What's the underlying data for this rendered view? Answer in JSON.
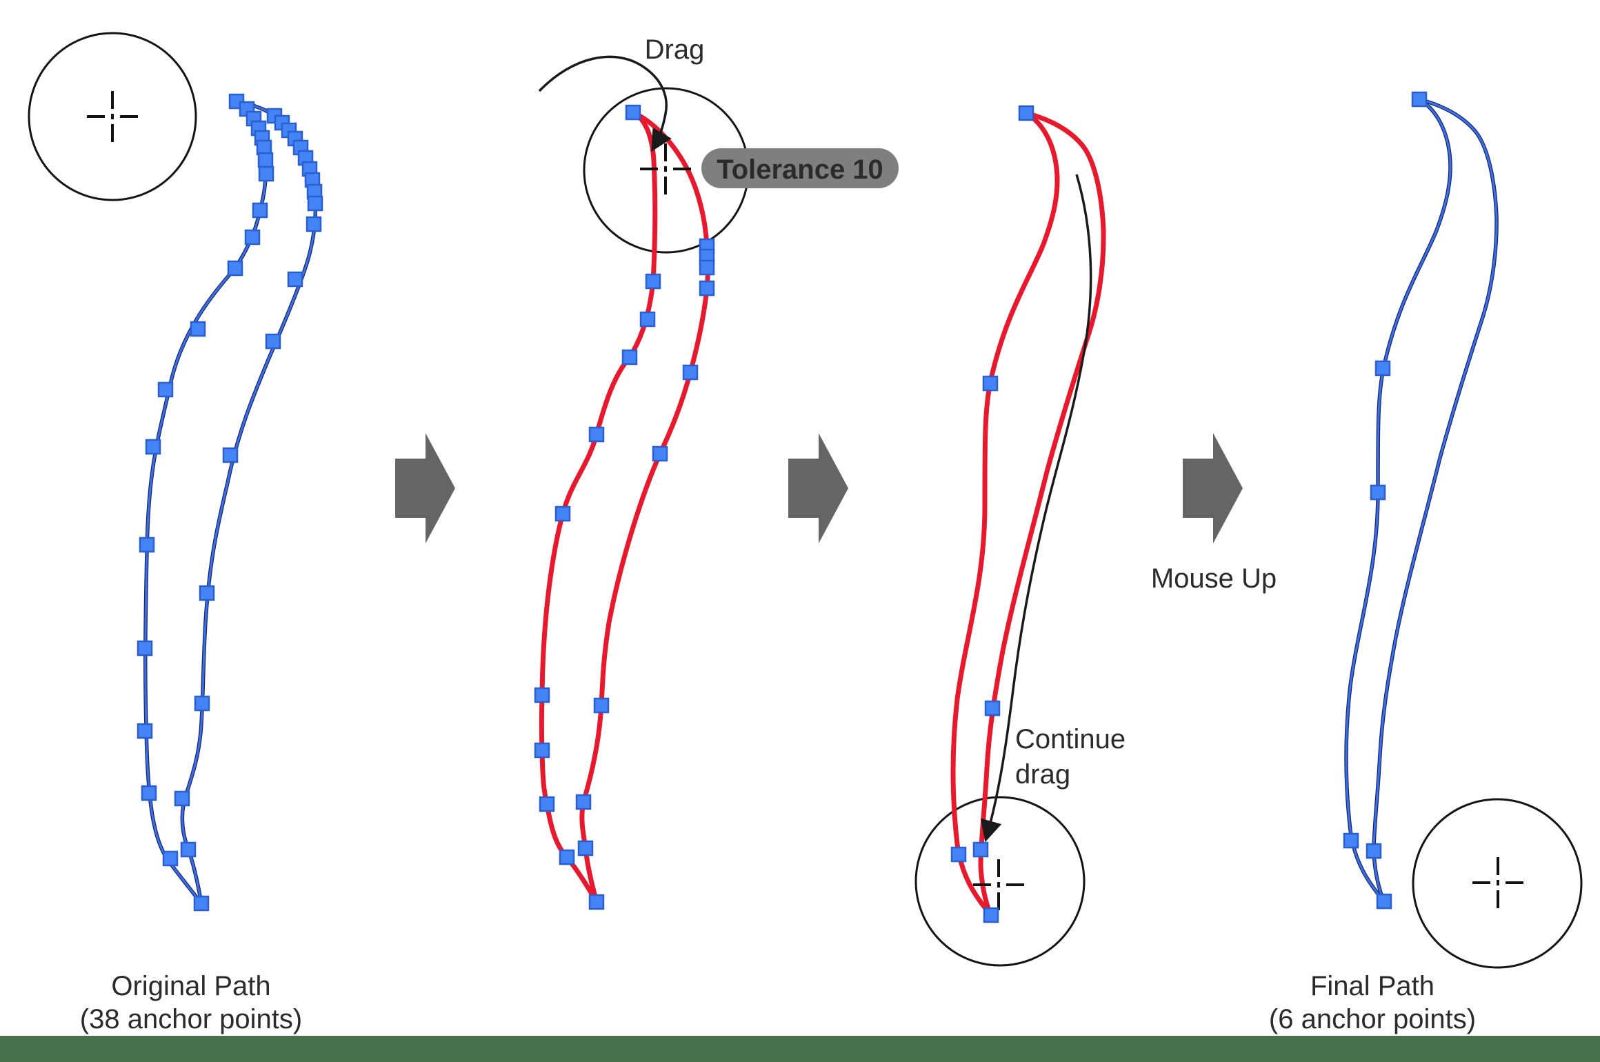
{
  "page": {
    "bg": "#ffffff",
    "footer": {
      "color": "#47704d"
    }
  },
  "anchor_style": {
    "fill": "#4584f7",
    "stroke": "#2a5fd0",
    "size": 20
  },
  "cursors": {
    "color": "#141414"
  },
  "step_arrows": {
    "color": "#666566",
    "mouse_up_label": "Mouse Up"
  },
  "panels": [
    {
      "name": "original-path",
      "caption": [
        "Original Path",
        "(38 anchor points)"
      ],
      "path_color": "#3e6de4",
      "anchors": [
        [
          343,
          147
        ],
        [
          358,
          158
        ],
        [
          368,
          172
        ],
        [
          375,
          186
        ],
        [
          380,
          200
        ],
        [
          383,
          214
        ],
        [
          385,
          232
        ],
        [
          386,
          252
        ],
        [
          377,
          305
        ],
        [
          366,
          344
        ],
        [
          341,
          389
        ],
        [
          287,
          477
        ],
        [
          240,
          565
        ],
        [
          222,
          648
        ],
        [
          213,
          790
        ],
        [
          210,
          940
        ],
        [
          210,
          1060
        ],
        [
          216,
          1150
        ],
        [
          247,
          1245
        ],
        [
          398,
          168
        ],
        [
          409,
          178
        ],
        [
          419,
          189
        ],
        [
          428,
          201
        ],
        [
          436,
          214
        ],
        [
          443,
          229
        ],
        [
          449,
          245
        ],
        [
          453,
          261
        ],
        [
          456,
          278
        ],
        [
          457,
          295
        ],
        [
          455,
          325
        ],
        [
          428,
          405
        ],
        [
          396,
          495
        ],
        [
          334,
          660
        ],
        [
          300,
          860
        ],
        [
          293,
          1020
        ],
        [
          264,
          1158
        ],
        [
          273,
          1232
        ],
        [
          292,
          1310
        ]
      ]
    },
    {
      "name": "drag-start",
      "drag_label": "Drag",
      "tolerance_badge": {
        "text": "Tolerance 10",
        "bg": "#7f7f7f",
        "fg": "#ffffff"
      },
      "path_color": "#e8192c",
      "anchors": [
        [
          918,
          163
        ],
        [
          947,
          408
        ],
        [
          939,
          463
        ],
        [
          913,
          518
        ],
        [
          865,
          630
        ],
        [
          816,
          745
        ],
        [
          786,
          1008
        ],
        [
          786,
          1088
        ],
        [
          793,
          1166
        ],
        [
          822,
          1243
        ],
        [
          1025,
          357
        ],
        [
          1025,
          372
        ],
        [
          1025,
          388
        ],
        [
          1025,
          418
        ],
        [
          1001,
          540
        ],
        [
          957,
          658
        ],
        [
          872,
          1023
        ],
        [
          846,
          1163
        ],
        [
          849,
          1230
        ],
        [
          865,
          1308
        ]
      ]
    },
    {
      "name": "continue-drag",
      "continue_label": [
        "Continue",
        "drag"
      ],
      "path_color": "#e8192c",
      "anchors": [
        [
          1488,
          164
        ],
        [
          1436,
          556
        ],
        [
          1439,
          1027
        ],
        [
          1422,
          1232
        ],
        [
          1390,
          1239
        ],
        [
          1437,
          1327
        ]
      ]
    },
    {
      "name": "final-path",
      "caption": [
        "Final Path",
        "(6 anchor points)"
      ],
      "path_color": "#3e6de4",
      "anchors": [
        [
          2058,
          144
        ],
        [
          2005,
          534
        ],
        [
          1998,
          714
        ],
        [
          1959,
          1219
        ],
        [
          1992,
          1234
        ],
        [
          2007,
          1307
        ]
      ]
    }
  ]
}
